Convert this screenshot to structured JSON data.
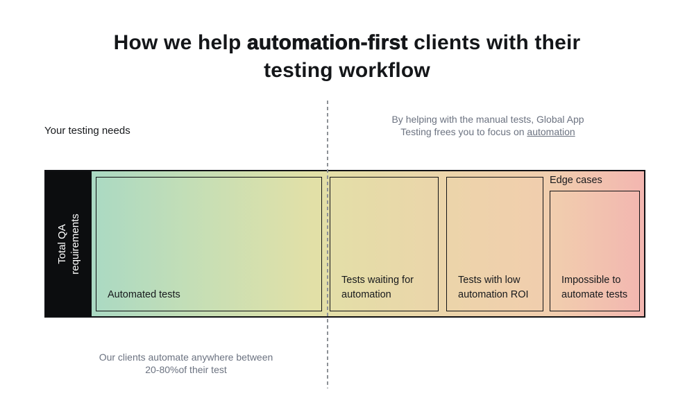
{
  "title": {
    "line1_prefix": "How we help ",
    "line1_bold": "automation-first",
    "line1_suffix": " clients with their",
    "line2": "testing workflow"
  },
  "annotations": {
    "left_label": "Your testing needs",
    "right_note_line1": "By helping with the manual tests, Global App",
    "right_note_line2_prefix": "Testing frees you to focus on ",
    "right_note_link": "automation",
    "bottom_note_line1": "Our clients automate anywhere between",
    "bottom_note_line2": "20-80%of their test"
  },
  "bar": {
    "axis_label": "Total QA requirements",
    "edge_cases_label": "Edge cases",
    "segments": [
      {
        "label": "Automated tests"
      },
      {
        "label": "Tests waiting for automation"
      },
      {
        "label": "Tests with low automation ROI"
      },
      {
        "label": "Impossible to automate tests"
      }
    ]
  },
  "colors": {
    "gradient_start": "#aad9c3",
    "gradient_yellow": "#e2e0a7",
    "gradient_orange": "#eed2ab",
    "gradient_end": "#f3b6b0",
    "axis_background": "#0c0d0f",
    "border_black": "#101114",
    "note_gray": "#6b7280",
    "dash_gray": "#8d9196"
  }
}
